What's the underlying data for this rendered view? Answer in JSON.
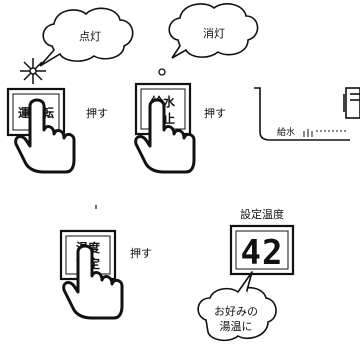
{
  "step1": {
    "bubble_text": "点灯",
    "button_label": "運　転",
    "press_label": "押す"
  },
  "step2": {
    "bubble_text": "消灯",
    "button_label_line1": "給水",
    "button_label_line2": "停止",
    "press_label": "押す"
  },
  "tub": {
    "label": "給水"
  },
  "step3": {
    "button_label_line1": "温度",
    "button_label_line2": "設定",
    "press_label": "押す"
  },
  "display": {
    "title": "設定温度",
    "value": "42",
    "bubble_line1": "お好みの",
    "bubble_line2": "湯温に"
  }
}
